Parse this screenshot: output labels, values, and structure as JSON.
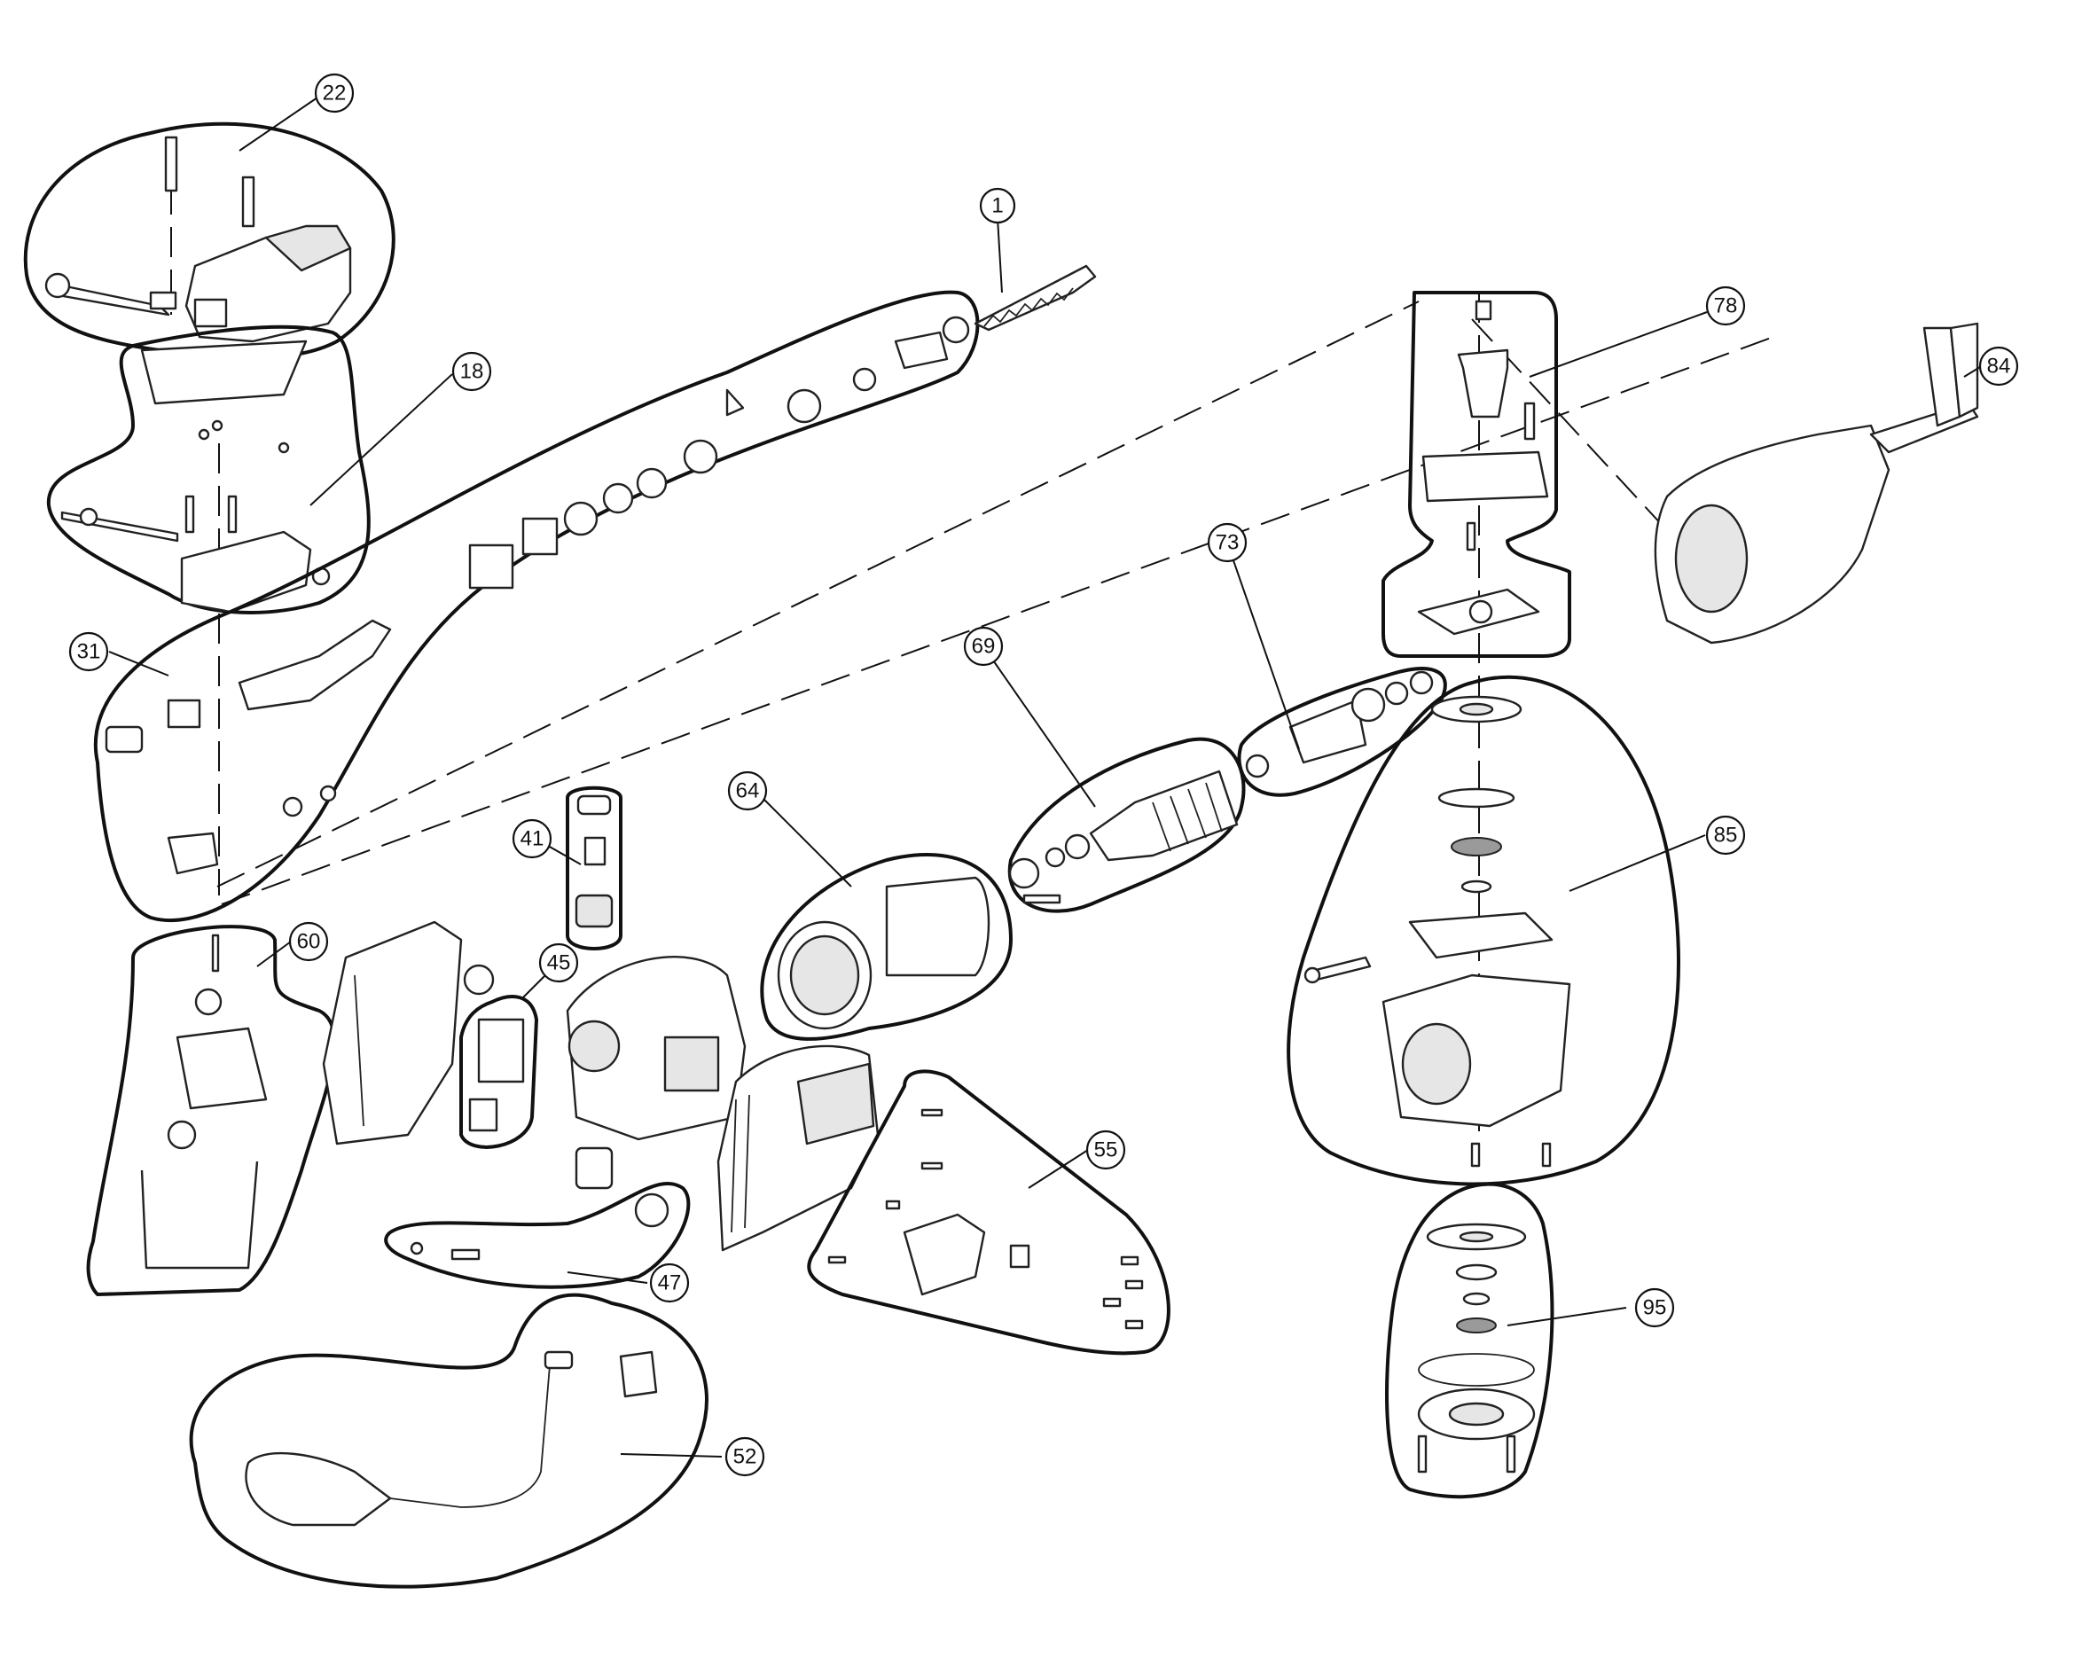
{
  "callouts": [
    {
      "id": "22",
      "label": "22"
    },
    {
      "id": "1",
      "label": "1"
    },
    {
      "id": "78",
      "label": "78"
    },
    {
      "id": "84",
      "label": "84"
    },
    {
      "id": "18",
      "label": "18"
    },
    {
      "id": "73",
      "label": "73"
    },
    {
      "id": "69",
      "label": "69"
    },
    {
      "id": "31",
      "label": "31"
    },
    {
      "id": "64",
      "label": "64"
    },
    {
      "id": "85",
      "label": "85"
    },
    {
      "id": "41",
      "label": "41"
    },
    {
      "id": "60",
      "label": "60"
    },
    {
      "id": "45",
      "label": "45"
    },
    {
      "id": "55",
      "label": "55"
    },
    {
      "id": "95",
      "label": "95"
    },
    {
      "id": "47",
      "label": "47"
    },
    {
      "id": "52",
      "label": "52"
    }
  ]
}
